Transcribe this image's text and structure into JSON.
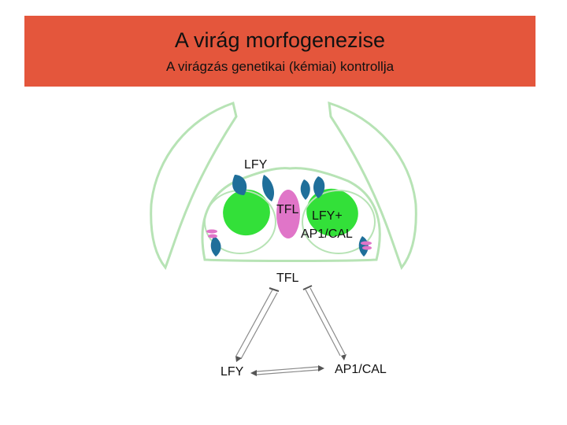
{
  "header": {
    "title": "A virág morfogenezise",
    "subtitle": "A virágzás genetikai (kémiai) kontrollja"
  },
  "meristem_labels": {
    "lfy_top": "LFY",
    "tfl": "TFL",
    "lfy_plus": "LFY+",
    "ap1_cal": "AP1/CAL"
  },
  "network_labels": {
    "tfl": "TFL",
    "lfy": "LFY",
    "ap1_cal": "AP1/CAL"
  },
  "colors": {
    "banner": "#e4563c",
    "outline_green": "#b7e3b5",
    "bright_green": "#33e039",
    "dark_blue": "#1f6f9a",
    "pink": "#e075c8"
  }
}
